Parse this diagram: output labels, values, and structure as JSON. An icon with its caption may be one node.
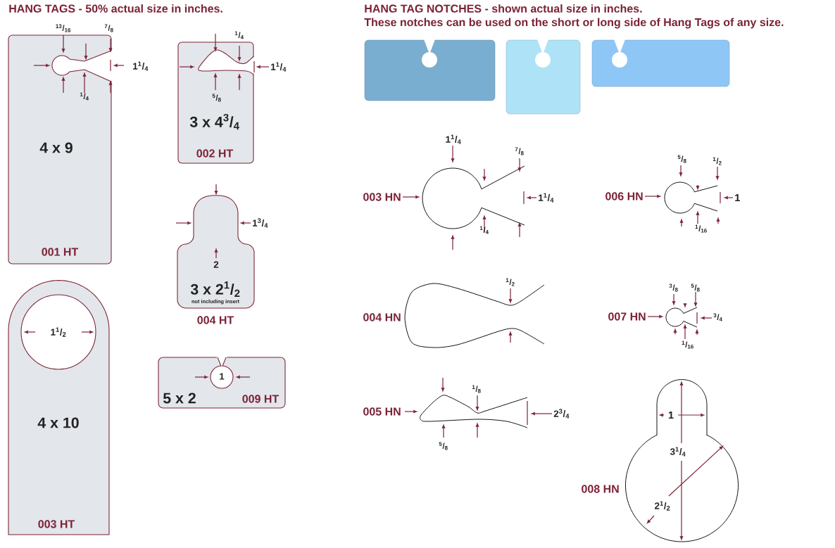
{
  "diagram": {
    "title": "HANG TAGS - 50% actual size in inches.",
    "nodes": [
      {
        "text": [
          "4 x 9",
          "001 HT"
        ]
      },
      {
        "text": [
          "3 x 4$^{3}$/$_{4}$",
          "002 HT"
        ]
      },
      {
        "text": [
          "3 x 2$^{1}$/$_{2}$",
          "not including insert",
          "004 HT"
        ]
      },
      {
        "text": [
          "4 x 10",
          "003 HT"
        ]
      },
      {
        "text": [
          "5 x 2",
          "009 HT"
        ]
      },
      {
        "text": [],
        "shape": "box"
      },
      {
        "text": [],
        "shape": "box"
      },
      {
        "text": [],
        "shape": "box"
      }
    ],
    "labels": [
      "HANG TAG NOTCHES - shown actual size in inches.",
      "These notches can be used on the short or long side of Hang Tags of any size.",
      "$^{13}$/$_{16}$",
      "$^{7}$/$_{8}$",
      "1$^{1}$/$_{4}$",
      "$^{1}$/$_{4}$",
      "$^{1}$/$_{4}$",
      "1$^{1}$/$_{4}$",
      "$^{5}$/$_{8}$",
      "1$^{3}$/$_{4}$",
      "2",
      "1$^{1}$/$_{2}$",
      "1",
      "003 HN",
      "1$^{1}$/$_{4}$",
      "$^{7}$/$_{8}$",
      "1$^{1}$/$_{4}$",
      "$^{1}$/$_{4}$",
      "006 HN",
      "$^{5}$/$_{8}$",
      "$^{1}$/$_{2}$",
      "1",
      "$^{1}$/$_{16}$",
      "004 HN",
      "$^{1}$/$_{2}$",
      "005 HN",
      "$^{1}$/$_{8}$",
      "2$^{3}$/$_{4}$",
      "$^{5}$/$_{8}$",
      "007 HN",
      "$^{3}$/$_{8}$",
      "$^{5}$/$_{8}$",
      "$^{3}$/$_{4}$",
      "$^{1}$/$_{16}$",
      "1",
      "3$^{1}$/$_{4}$",
      "008 HN",
      "2$^{1}$/$_{2}$"
    ]
  }
}
